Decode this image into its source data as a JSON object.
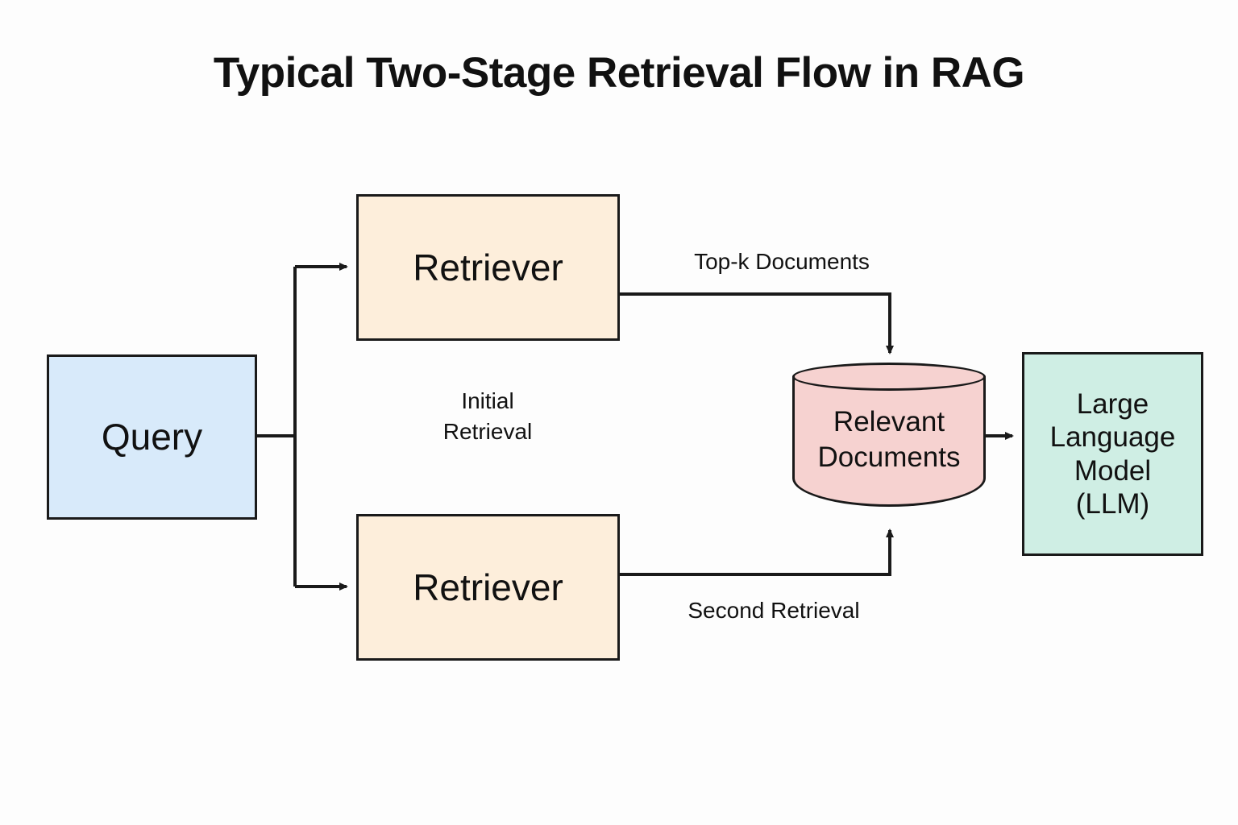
{
  "title": "Typical Two-Stage Retrieval Flow in RAG",
  "colors": {
    "background": "#fdfdfd",
    "stroke": "#1a1a1a",
    "query_fill": "#d8eafa",
    "retriever_fill": "#fdeedb",
    "store_fill": "#f6d2d0",
    "llm_fill": "#cfeee4",
    "text": "#111111"
  },
  "nodes": {
    "query": {
      "label": "Query",
      "shape": "rectangle"
    },
    "retriever_top": {
      "label": "Retriever",
      "shape": "rectangle"
    },
    "retriever_bottom": {
      "label": "Retriever",
      "shape": "rectangle"
    },
    "relevant_documents": {
      "label": "Relevant\nDocuments",
      "shape": "cylinder"
    },
    "llm": {
      "label": "Large\nLanguage\nModel\n(LLM)",
      "shape": "rectangle"
    }
  },
  "edges": {
    "query_to_retrievers": {
      "label": "Initial\nRetrieval",
      "from": "query",
      "to": "retriever_top, retriever_bottom"
    },
    "top_to_store": {
      "label": "Top-k Documents",
      "from": "retriever_top",
      "to": "relevant_documents"
    },
    "bottom_to_store": {
      "label": "Second Retrieval",
      "from": "retriever_bottom",
      "to": "relevant_documents"
    },
    "store_to_llm": {
      "label": "",
      "from": "relevant_documents",
      "to": "llm"
    }
  }
}
